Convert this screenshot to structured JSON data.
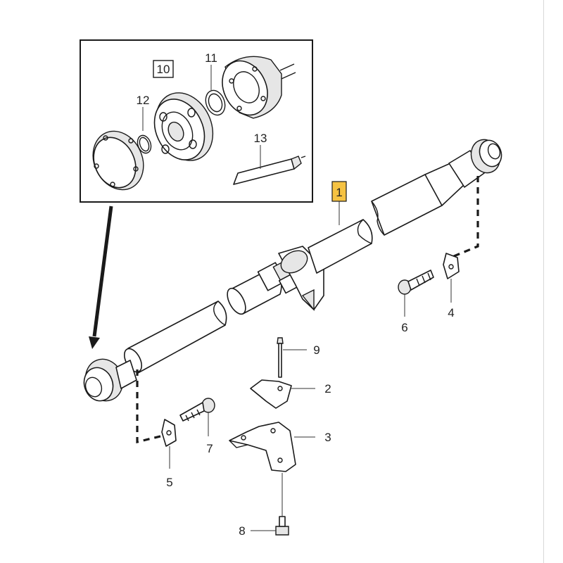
{
  "diagram": {
    "callouts": {
      "c1": "1",
      "c2": "2",
      "c3": "3",
      "c4": "4",
      "c5": "5",
      "c6": "6",
      "c7": "7",
      "c8": "8",
      "c9": "9",
      "c10": "10",
      "c11": "11",
      "c12": "12",
      "c13": "13"
    },
    "highlight_color": "#f5c242",
    "frame_color": "#1a1a1a"
  }
}
